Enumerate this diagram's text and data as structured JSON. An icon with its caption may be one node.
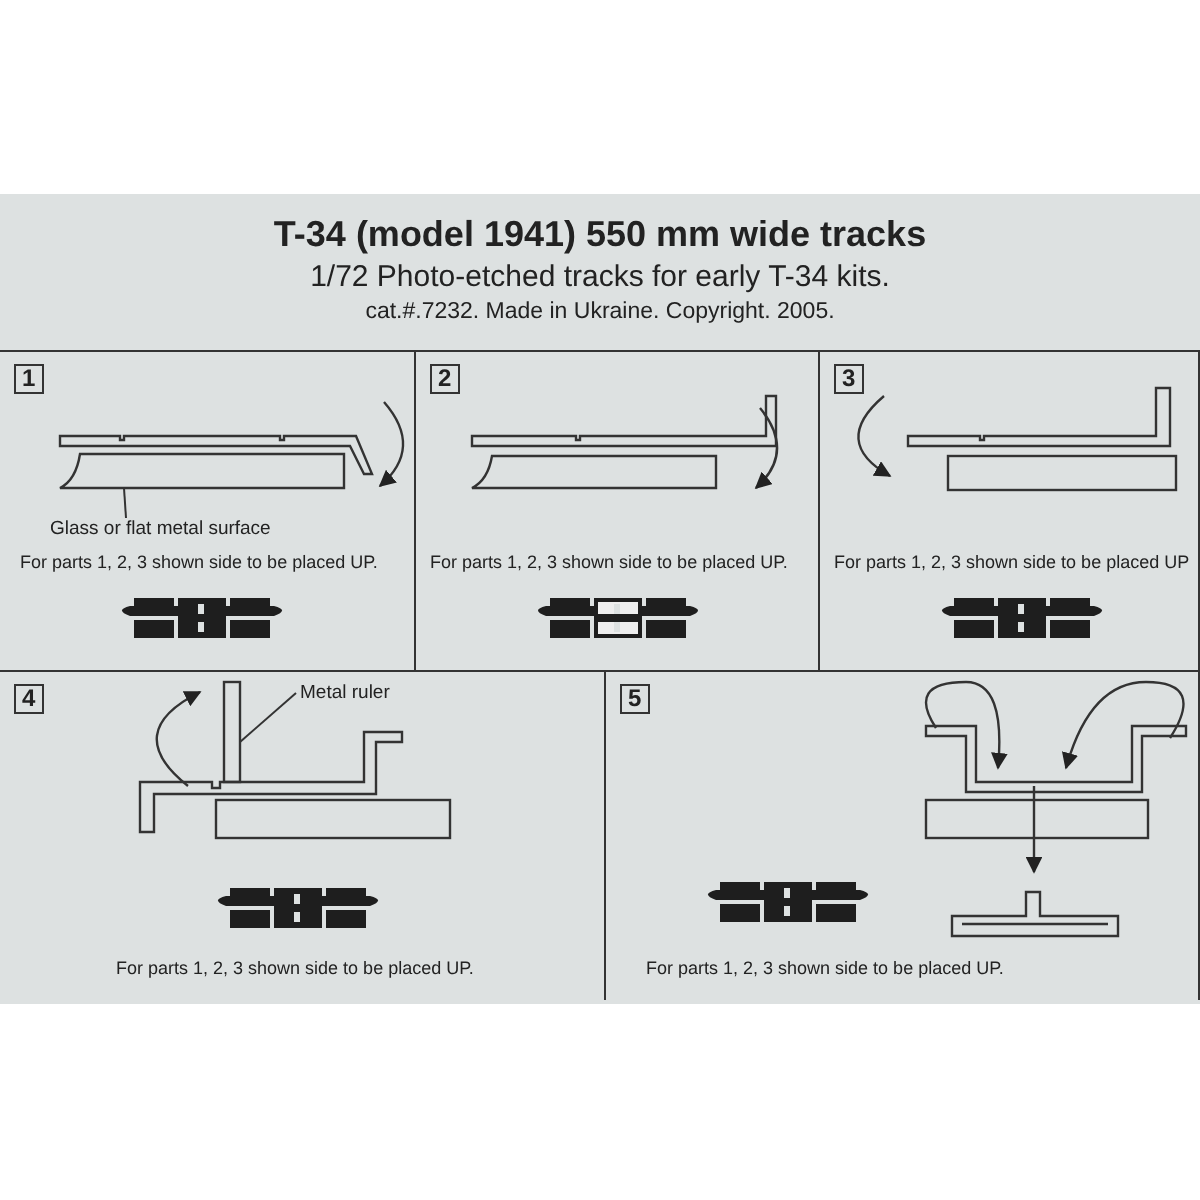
{
  "diagram": {
    "title": "T-34 (model 1941) 550 mm wide tracks",
    "nodes": [
      {
        "text": [
          "1",
          "For parts 1, 2, 3 shown side to be placed UP."
        ]
      },
      {
        "text": [
          "Glass or flat metal surface"
        ],
        "in": 0
      },
      {
        "text": [],
        "shape": "box",
        "in": 0
      },
      {
        "text": [
          "2",
          "For parts 1, 2, 3 shown side to be placed UP."
        ]
      },
      {
        "text": [
          "3",
          "For parts 1, 2, 3 shown side to be placed UP"
        ]
      },
      {
        "text": [
          "4",
          "For parts 1, 2, 3 shown side to be placed UP."
        ]
      },
      {
        "text": [
          "Metal ruler"
        ],
        "in": 5
      },
      {
        "text": [],
        "shape": "bar",
        "in": 5
      },
      {
        "text": [
          "5",
          "For parts 1, 2, 3 shown side to be placed UP."
        ]
      }
    ],
    "edges": [
      {
        "from": 1,
        "to": 2,
        "arrow": "none"
      },
      {
        "from": 6,
        "to": 7,
        "arrow": "none"
      }
    ],
    "labels": [
      "1/72 Photo-etched tracks for early T-34 kits.",
      "cat.#.7232. Made in Ukraine. Copyright. 2005."
    ]
  }
}
